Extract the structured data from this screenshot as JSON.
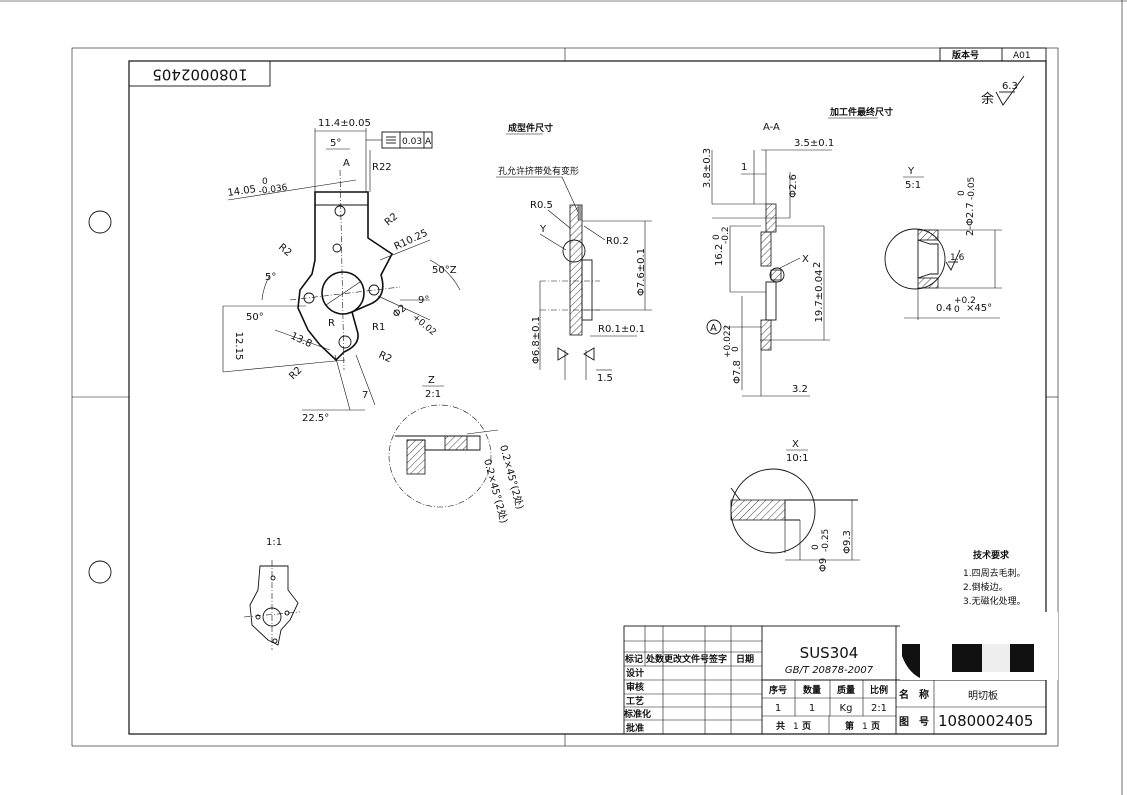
{
  "frame": {
    "version_label": "版本号",
    "version_value": "A01",
    "mirrored_number": "1080002405",
    "roughness_prefix": "余",
    "roughness_value": "6.3"
  },
  "main_view": {
    "dims": {
      "width_top": "11.4±0.05",
      "angle_5_top": "5°",
      "flatness_value": "0.03",
      "flatness_datum": "A",
      "section_marker": "A",
      "r22": "R22",
      "d14": "14.05",
      "d14_up": "0",
      "d14_low": "-0.036",
      "r2_a": "R2",
      "r10": "R10.25",
      "angle_50_z": "50°Z",
      "angle_5_left": "5°",
      "angle_9": "9°",
      "phi2": "Φ2",
      "phi2_tol": "+0.02",
      "d12": "12.15",
      "angle_50_left": "50°",
      "r_center": "R",
      "r1": "R1",
      "d13": "13.8",
      "r2_b": "R2",
      "r2_c": "R2",
      "r2_d": "R2",
      "d7": "7",
      "angle_22": "22.5°"
    }
  },
  "detail_z": {
    "letter": "Z",
    "scale": "2:1",
    "chamfer1": "0.2×45°(2处)",
    "chamfer2": "0.2×45°(2处)"
  },
  "scale_small": "1:1",
  "middle_view": {
    "label_finished": "成型件尺寸",
    "hole_note": "孔允许挤带处有变形",
    "r05": "R0.5",
    "y_label": "Y",
    "r02": "R0.2",
    "phi76": "Φ7.6±0.1",
    "r01": "R0.1±0.1",
    "phi68": "Φ6.8±0.1",
    "d15": "1.5"
  },
  "section_aa": {
    "label_processing": "加工件最终尺寸",
    "title": "A-A",
    "d1": "1",
    "d35": "3.5±0.1",
    "d38": "3.8±0.3",
    "phi26": "Φ2.6",
    "d162": "16.2",
    "d162_up": "0",
    "d162_low": "-0.2",
    "x_label": "X",
    "d197": "19.7±0.04",
    "d2": "2",
    "datum_a": "A",
    "phi78": "Φ7.8",
    "phi78_up": "+0.022",
    "phi78_low": "0",
    "d32": "3.2"
  },
  "detail_y": {
    "letter": "Y",
    "scale": "5:1",
    "phi27": "2-Φ2.7",
    "phi27_up": "0",
    "phi27_low": "-0.05",
    "rough16": "1.6",
    "chamfer04": "0.4",
    "chamfer04_tol": "+0.2",
    "chamfer04_low": "0",
    "chamfer04_suffix": "×45°"
  },
  "detail_x": {
    "letter": "X",
    "scale": "10:1",
    "phi9": "Φ9",
    "phi9_up": "0",
    "phi9_low": "-0.25",
    "phi93": "Φ9.3"
  },
  "tech_notes": {
    "title": "技术要求",
    "items": [
      "1.四周去毛刺。",
      "2.倒棱边。",
      "3.无磁化处理。"
    ]
  },
  "title_block": {
    "left_labels": [
      "标记",
      "处数",
      "更改文件号",
      "签字",
      "日期"
    ],
    "rows": [
      "设计",
      "审核",
      "工艺",
      "标准化",
      "批准"
    ],
    "material": "SUS304",
    "standard": "GB/T 20878-2007",
    "col_headers": [
      "序号",
      "数量",
      "质量",
      "比例"
    ],
    "col_values": [
      "1",
      "1",
      "Kg",
      "2:1"
    ],
    "pages_total_prefix": "共",
    "pages_total": "1",
    "pages_suffix": "页",
    "page_no_prefix": "第",
    "page_no": "1",
    "page_no_suffix": "页",
    "name_label": "名　称",
    "name_value": "明切板",
    "drawing_no_label": "图　号",
    "drawing_no_value": "1080002405"
  }
}
